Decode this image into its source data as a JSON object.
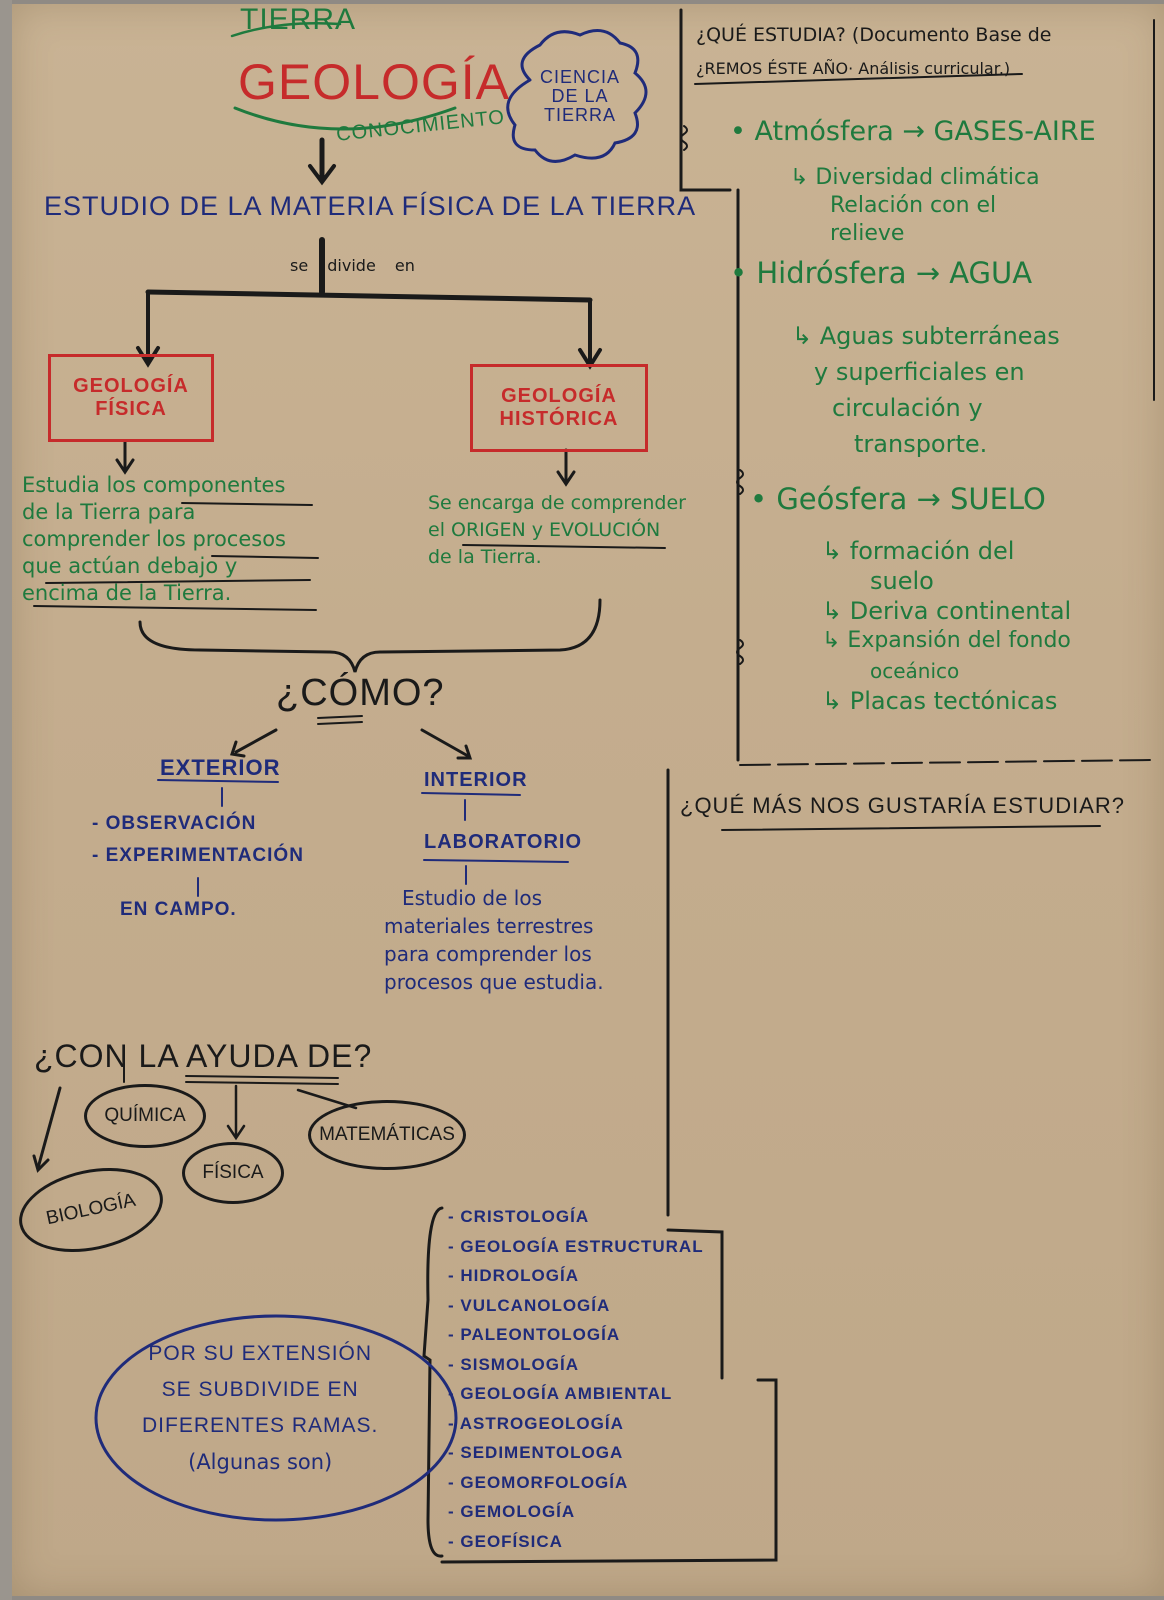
{
  "title": {
    "top": "TIERRA",
    "main": "GEOLOGÍA",
    "bottom": "CONOCIMIENTO",
    "cloud": [
      "CIENCIA",
      "DE LA",
      "TIERRA"
    ]
  },
  "definition": "ESTUDIO DE LA MATERIA FÍSICA DE LA TIERRA",
  "divide_label": "se divide en",
  "branches": {
    "physical": {
      "box": [
        "GEOLOGÍA",
        "FÍSICA"
      ],
      "text": [
        "Estudia los componentes",
        "de la Tierra para",
        "comprender los procesos",
        "que actúan debajo y",
        "encima de la Tierra."
      ]
    },
    "historical": {
      "box": [
        "GEOLOGÍA",
        "HISTÓRICA"
      ],
      "text": [
        "Se encarga de comprender",
        "el ORIGEN y EVOLUCIÓN",
        "de la Tierra."
      ]
    }
  },
  "how": {
    "question": "¿CÓMO?",
    "exterior": {
      "label": "EXTERIOR",
      "items": [
        "- OBSERVACIÓN",
        "- EXPERIMENTACIÓN"
      ],
      "result": "EN CAMPO."
    },
    "interior": {
      "label": "INTERIOR",
      "sub": "LABORATORIO",
      "text": [
        "Estudio de los",
        "materiales terrestres",
        "para comprender los",
        "procesos que estudia."
      ]
    }
  },
  "help": {
    "question": "¿CON LA AYUDA DE?",
    "sciences": [
      "QUÍMICA",
      "FÍSICA",
      "MATEMÁTICAS",
      "BIOLOGÍA"
    ]
  },
  "subdivision": {
    "text": [
      "POR SU EXTENSIÓN",
      "SE SUBDIVIDE EN",
      "DIFERENTES RAMAS.",
      "(Algunas son)"
    ],
    "branches": [
      "- CRISTOLOGÍA",
      "- GEOLOGÍA ESTRUCTURAL",
      "- HIDROLOGÍA",
      "- VULCANOLOGÍA",
      "- PALEONTOLOGÍA",
      "- SISMOLOGÍA",
      "- GEOLOGÍA AMBIENTAL",
      "- ASTROGEOLOGÍA",
      "- SEDIMENTOLOGA",
      "- GEOMORFOLOGÍA",
      "- GEMOLOGÍA",
      "- GEOFÍSICA"
    ]
  },
  "what_studies": {
    "header": [
      "¿QUÉ ESTUDIA? (Documento Base de",
      "¿REMOS ÉSTE AÑO· Análisis curricular.)"
    ],
    "atmosfera": {
      "title": "• Atmósfera → GASES-AIRE",
      "details": [
        "↳ Diversidad climática",
        "Relación con el",
        "relieve"
      ]
    },
    "hidrosfera": {
      "title": "• Hidrósfera → AGUA",
      "details": [
        "↳ Aguas subterráneas",
        "y superficiales en",
        "circulación y",
        "transporte."
      ]
    },
    "geosfera": {
      "title": "• Geósfera → SUELO",
      "details": [
        "↳ formación del",
        "suelo",
        "↳ Deriva continental",
        "↳ Expansión del fondo",
        "oceánico",
        "↳ Placas tectónicas"
      ]
    }
  },
  "more": "¿QUÉ MÁS NOS GUSTARÍA ESTUDIAR?"
}
